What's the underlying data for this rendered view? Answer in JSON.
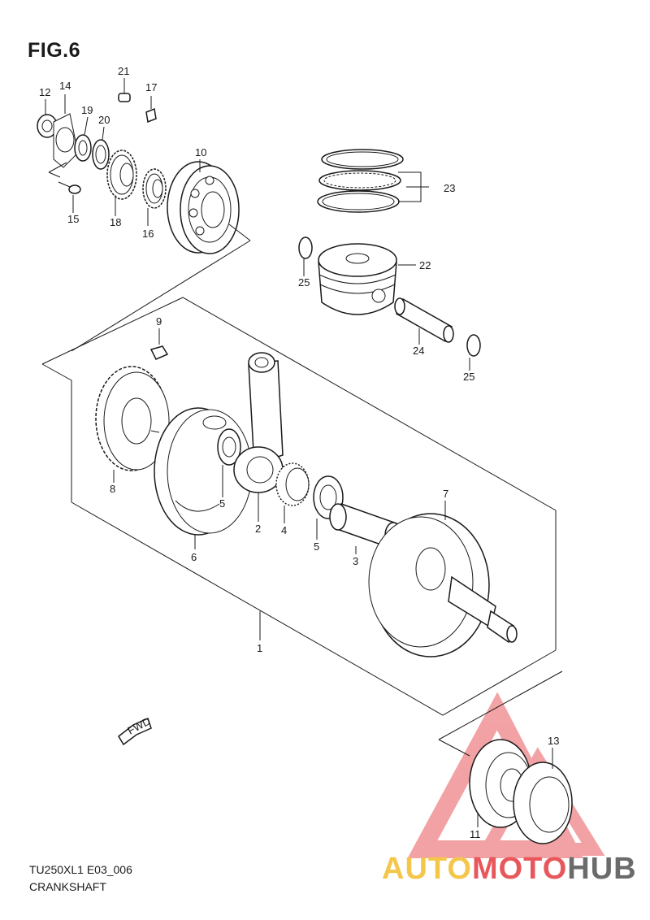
{
  "figure": {
    "title": "FIG.6",
    "code": "TU250XL1 E03_006",
    "caption": "CRANKSHAFT"
  },
  "fwd_label": "FWD",
  "watermark": {
    "part1": "AUTO",
    "part2": "MOTO",
    "part3": "HUB",
    "colors": {
      "yellow": "#f4c64a",
      "red": "#e8575b",
      "gray": "#6b6b6b"
    }
  },
  "callouts": {
    "c1": "1",
    "c2": "2",
    "c3": "3",
    "c4": "4",
    "c5a": "5",
    "c5b": "5",
    "c6": "6",
    "c7": "7",
    "c8": "8",
    "c9": "9",
    "c10": "10",
    "c11": "11",
    "c12": "12",
    "c13": "13",
    "c14": "14",
    "c15": "15",
    "c16": "16",
    "c17": "17",
    "c18": "18",
    "c19": "19",
    "c20": "20",
    "c21": "21",
    "c22": "22",
    "c23": "23",
    "c24": "24",
    "c25a": "25",
    "c25b": "25"
  }
}
